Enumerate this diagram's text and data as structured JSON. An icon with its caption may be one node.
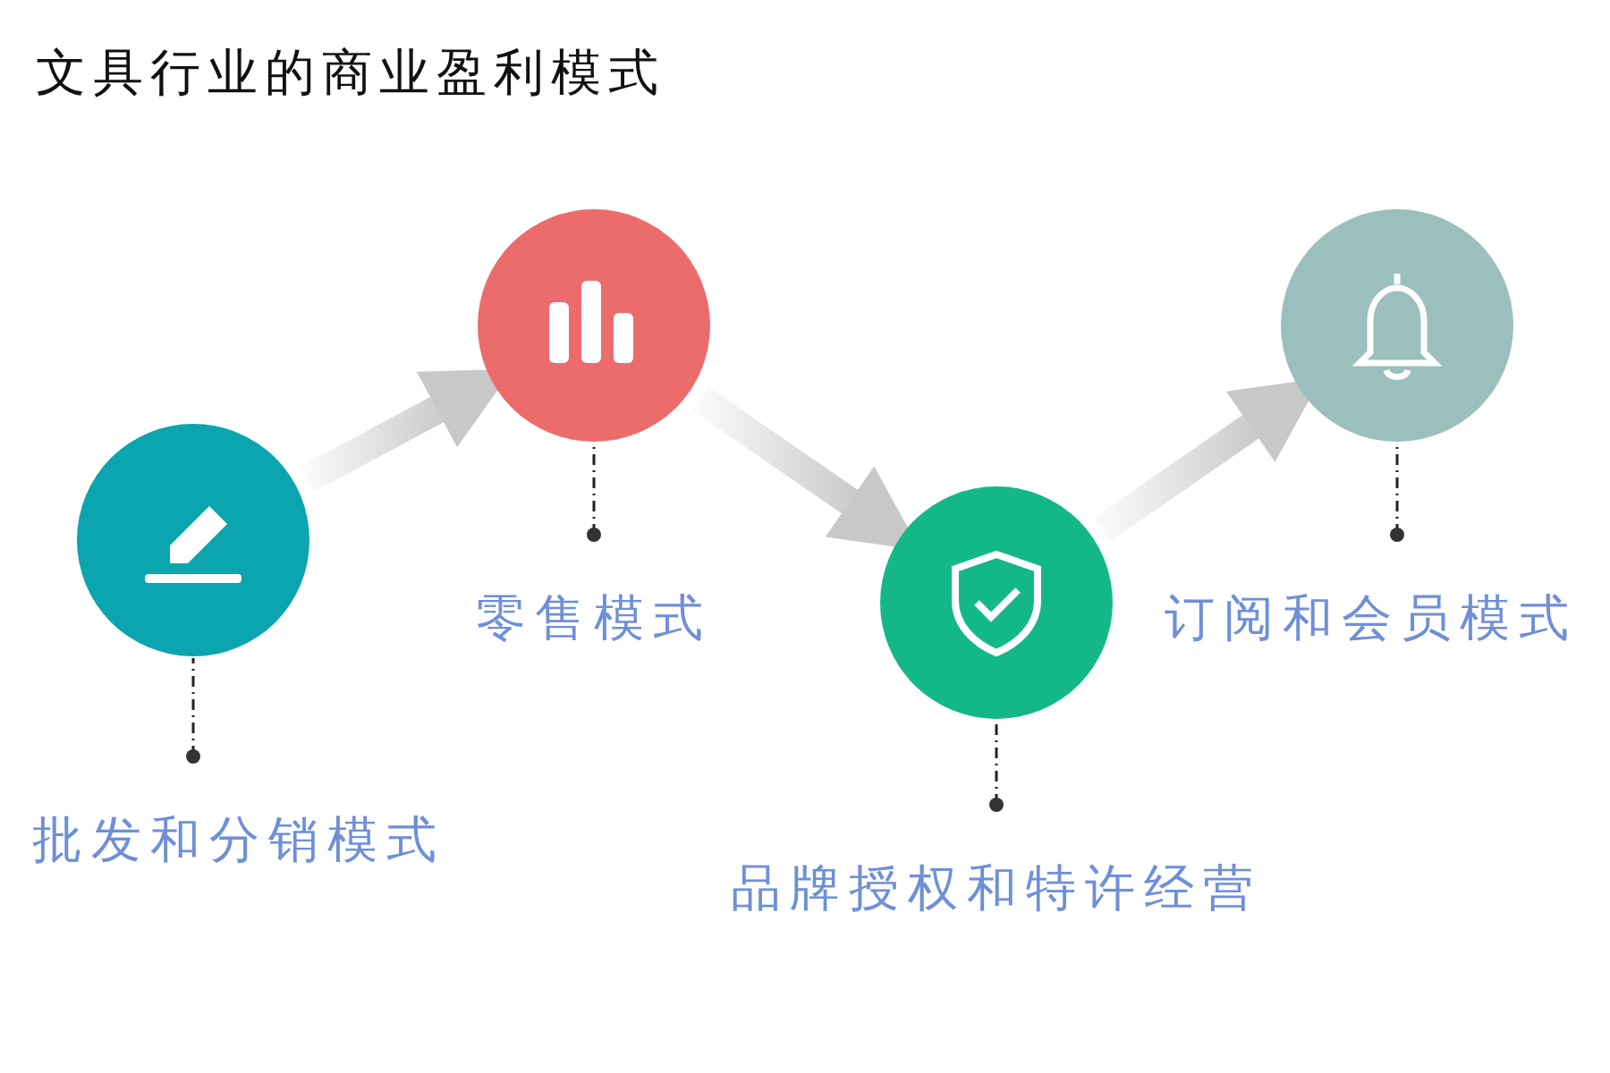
{
  "diagram": {
    "title": "文具行业的商业盈利模式",
    "nodes": [
      {
        "text": [],
        "shape": "circle"
      },
      {
        "text": [
          "批发和分销模式"
        ]
      },
      {
        "text": [],
        "shape": "circle"
      },
      {
        "text": [
          "零售模式"
        ]
      },
      {
        "text": [],
        "shape": "circle"
      },
      {
        "text": [
          "品牌授权和特许经营"
        ]
      },
      {
        "text": [],
        "shape": "circle"
      },
      {
        "text": [
          "订阅和会员模式"
        ]
      }
    ],
    "edges": [
      {
        "from": 0,
        "to": 2,
        "arrow": "to"
      },
      {
        "from": 2,
        "to": 4,
        "arrow": "to"
      },
      {
        "from": 4,
        "to": 6,
        "arrow": "to"
      },
      {
        "from": 1,
        "to": 0,
        "arrow": "other",
        "style": "dashed"
      },
      {
        "from": 3,
        "to": 2,
        "arrow": "other",
        "style": "dashed"
      },
      {
        "from": 5,
        "to": 4,
        "arrow": "other",
        "style": "dashed"
      },
      {
        "from": 7,
        "to": 6,
        "arrow": "other",
        "style": "dashed"
      }
    ]
  }
}
